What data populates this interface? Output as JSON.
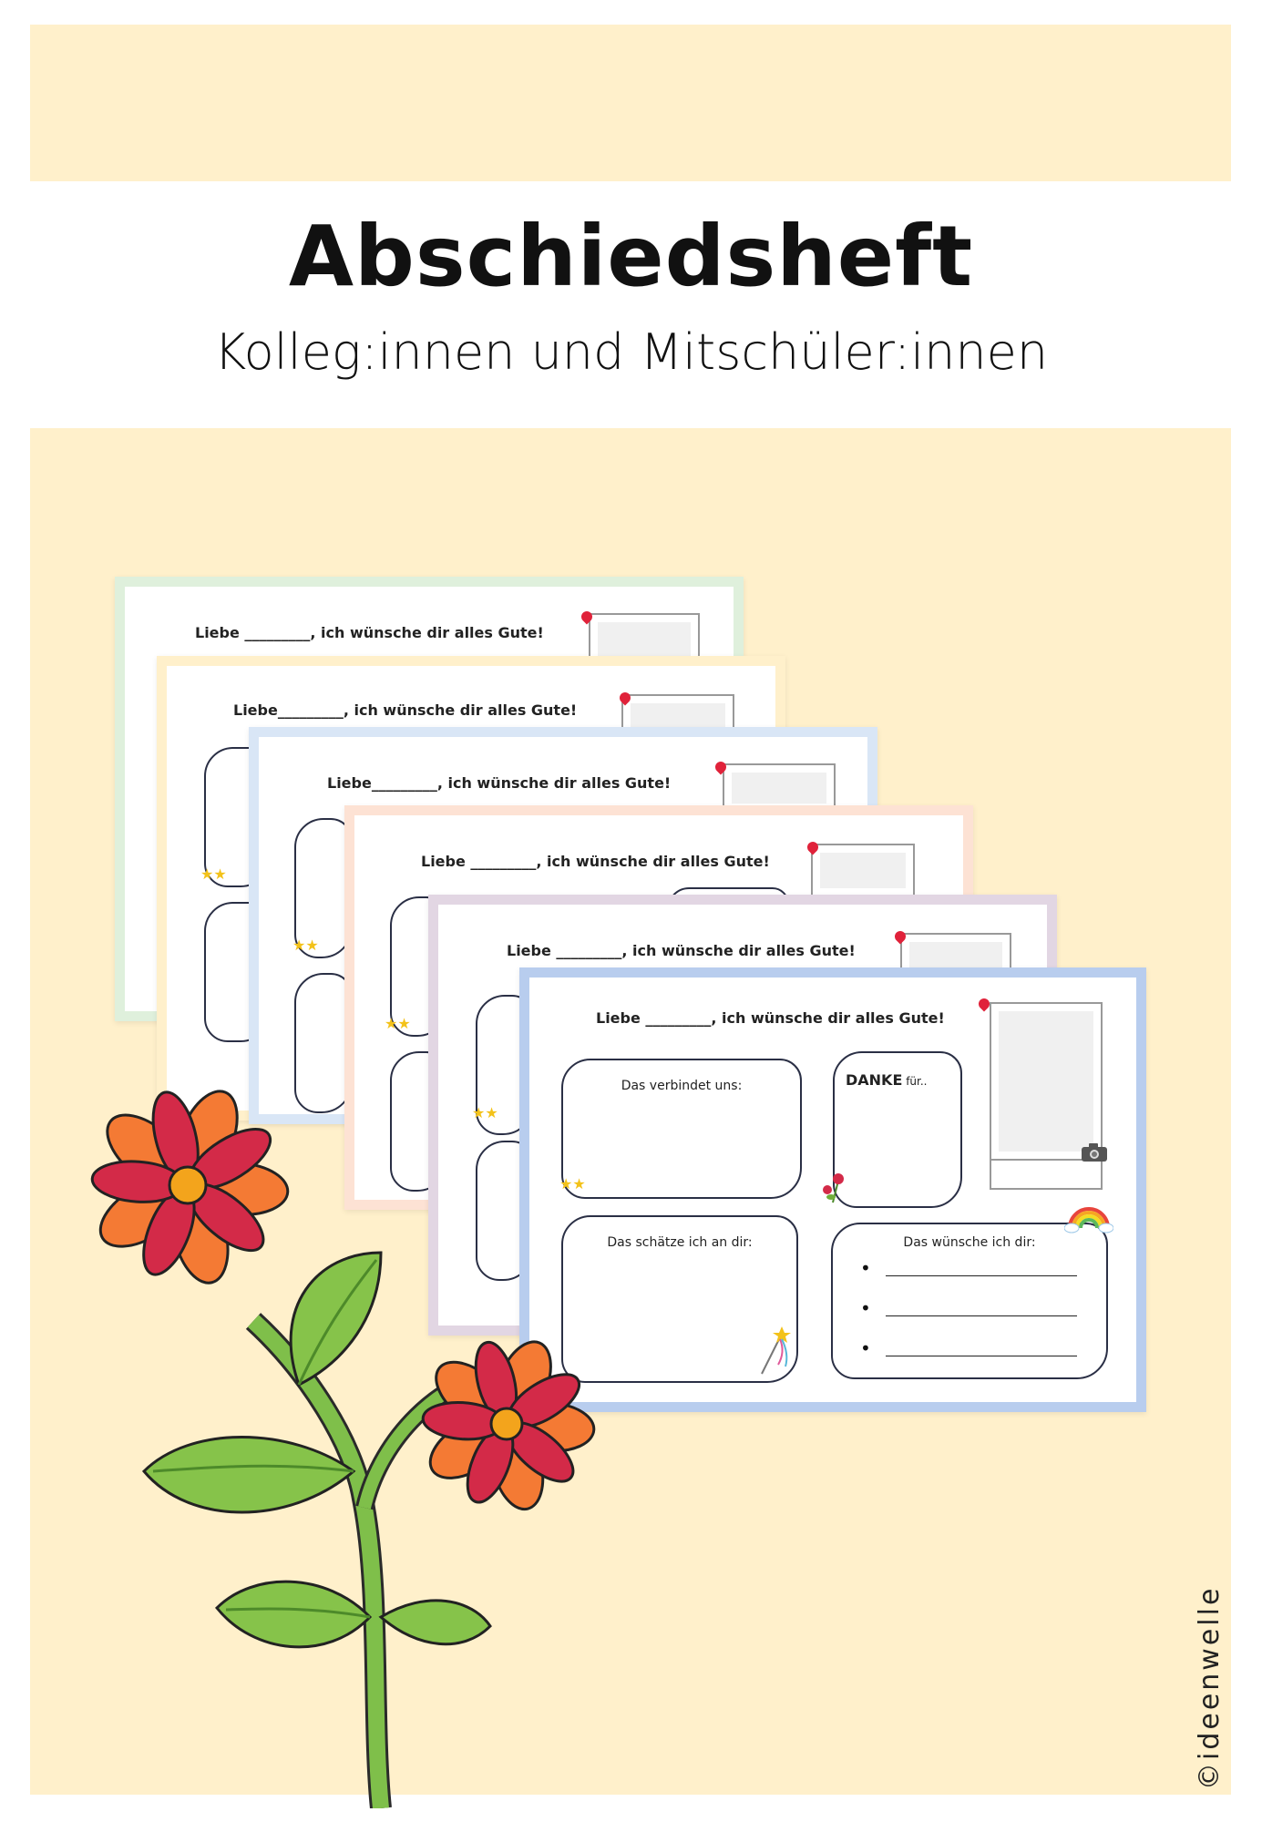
{
  "header": {
    "title": "Abschiedsheft",
    "subtitle": "Kolleg:innen und Mitschüler:innen"
  },
  "colors": {
    "background_band": "#fff0cb",
    "sheet_borders": [
      "#dff0dc",
      "#fff0cb",
      "#d9e6f6",
      "#fde2d4",
      "#e2d6e3",
      "#b8cdee"
    ],
    "petal_red": "#d32a48",
    "petal_orange": "#f47a34",
    "leaf_green": "#8bc64a"
  },
  "sheets": [
    {
      "greeting": "Liebe _________, ich wünsche dir alles Gute!"
    },
    {
      "greeting": "Liebe_________, ich wünsche dir alles Gute!"
    },
    {
      "greeting": "Liebe_________, ich wünsche dir alles Gute!"
    },
    {
      "greeting": "Liebe _________, ich wünsche dir alles Gute!"
    },
    {
      "greeting": "Liebe _________, ich wünsche dir alles Gute!"
    },
    {
      "greeting": "Liebe _________, ich wünsche dir alles Gute!"
    }
  ],
  "front_sheet": {
    "box1": "Das verbindet uns:",
    "box2_bold": "DANKE",
    "box2_rest": " für..",
    "box3": "Das schätze ich an dir:",
    "box4": "Das wünsche ich dir:",
    "bullets": [
      "•",
      "•",
      "•"
    ]
  },
  "copyright": "©ideenwelle",
  "icons": [
    "heart-icon",
    "camera-icon",
    "rainbow-icon",
    "star-icon",
    "magic-wand-icon",
    "flower-icon"
  ]
}
